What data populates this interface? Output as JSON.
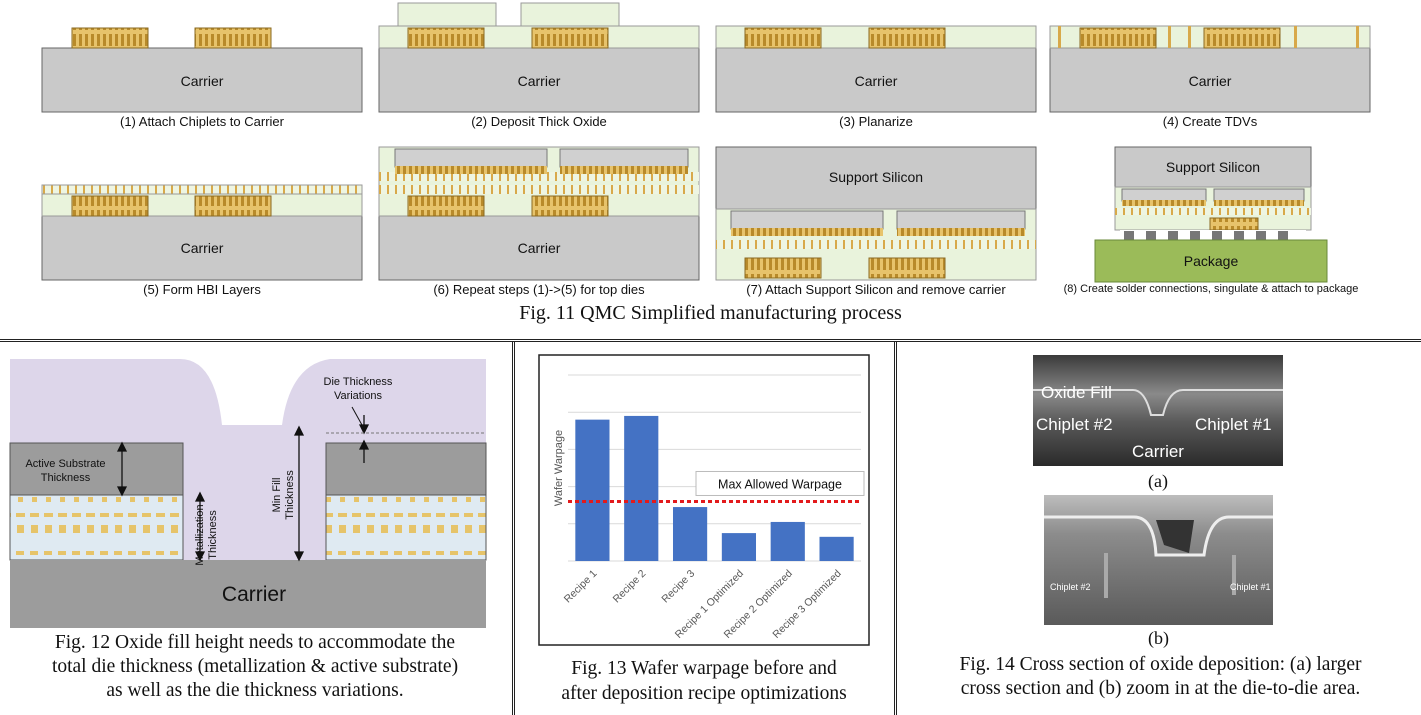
{
  "fig11": {
    "caption": "Fig. 11 QMC Simplified manufacturing process",
    "carrier_label": "Carrier",
    "support_label": "Support Silicon",
    "package_label": "Package",
    "steps": [
      "(1) Attach Chiplets to Carrier",
      "(2) Deposit Thick Oxide",
      "(3) Planarize",
      "(4) Create TDVs",
      "(5) Form HBI Layers",
      "(6) Repeat steps (1)->(5) for top dies",
      "(7) Attach Support Silicon and remove carrier",
      "(8) Create solder connections, singulate & attach to package"
    ]
  },
  "fig12": {
    "carrier_label": "Carrier",
    "active_substrate": "Active Substrate Thickness",
    "metallization": "Metallization Thickness",
    "min_fill": "Min Fill Thickness",
    "die_variations": "Die Thickness Variations",
    "caption_lines": [
      "Fig. 12 Oxide fill height needs to accommodate the",
      "total die thickness (metallization & active substrate)",
      "as well as the die thickness variations."
    ]
  },
  "fig13": {
    "caption_lines": [
      "Fig. 13 Wafer warpage before and",
      "after deposition recipe optimizations"
    ]
  },
  "chart_data": {
    "type": "bar",
    "title": "",
    "xlabel": "",
    "ylabel": "Wafer Warpage",
    "categories": [
      "Recipe 1",
      "Recipe 2",
      "Recipe 3",
      "Recipe 1 Optimized",
      "Recipe 2 Optimized",
      "Recipe 3 Optimized"
    ],
    "values": [
      76,
      78,
      29,
      15,
      21,
      13
    ],
    "ylim": [
      0,
      100
    ],
    "grid": true,
    "bar_color": "#4472C4",
    "reference_line": {
      "label": "Max Allowed Warpage",
      "value": 32,
      "color": "#e31a1c"
    }
  },
  "fig14": {
    "oxide_fill": "Oxide Fill",
    "chiplet2": "Chiplet #2",
    "chiplet1": "Chiplet #1",
    "carrier": "Carrier",
    "sub_a": "(a)",
    "sub_b": "(b)",
    "zoom_chiplet2": "Chiplet #2",
    "zoom_chiplet1": "Chiplet #1",
    "caption_lines": [
      "Fig. 14 Cross section of oxide deposition: (a) larger",
      "cross section and (b) zoom in at the die-to-die area."
    ]
  }
}
